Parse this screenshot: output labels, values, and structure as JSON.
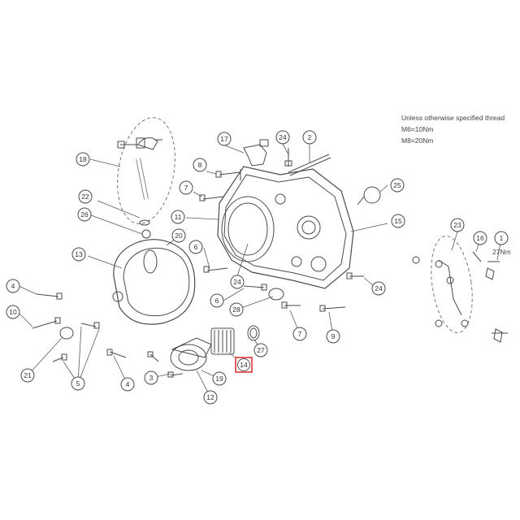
{
  "torque_note": {
    "heading": "Unless otherwise specified thread",
    "line1": "M6=10Nm",
    "line2": "M8=20Nm"
  },
  "torque_27": "27Nm",
  "callouts": [
    {
      "id": "c18",
      "label": "18"
    },
    {
      "id": "c17",
      "label": "17"
    },
    {
      "id": "c24a",
      "label": "24"
    },
    {
      "id": "c2",
      "label": "2"
    },
    {
      "id": "c8",
      "label": "8"
    },
    {
      "id": "c7a",
      "label": "7"
    },
    {
      "id": "c25",
      "label": "25"
    },
    {
      "id": "c22",
      "label": "22"
    },
    {
      "id": "c26",
      "label": "26"
    },
    {
      "id": "c11",
      "label": "11"
    },
    {
      "id": "c15",
      "label": "15"
    },
    {
      "id": "c20",
      "label": "20"
    },
    {
      "id": "c13",
      "label": "13"
    },
    {
      "id": "c6a",
      "label": "6"
    },
    {
      "id": "c23",
      "label": "23"
    },
    {
      "id": "c16",
      "label": "16"
    },
    {
      "id": "c1",
      "label": "1"
    },
    {
      "id": "c4a",
      "label": "4"
    },
    {
      "id": "c24b",
      "label": "24"
    },
    {
      "id": "c24c",
      "label": "24"
    },
    {
      "id": "c10",
      "label": "10"
    },
    {
      "id": "c6b",
      "label": "6"
    },
    {
      "id": "c28",
      "label": "28"
    },
    {
      "id": "c7b",
      "label": "7"
    },
    {
      "id": "c9",
      "label": "9"
    },
    {
      "id": "c27",
      "label": "27"
    },
    {
      "id": "c21",
      "label": "21"
    },
    {
      "id": "c5",
      "label": "5"
    },
    {
      "id": "c4b",
      "label": "4"
    },
    {
      "id": "c3",
      "label": "3"
    },
    {
      "id": "c19",
      "label": "19"
    },
    {
      "id": "c14",
      "label": "14"
    },
    {
      "id": "c12",
      "label": "12"
    }
  ],
  "highlight": {
    "label": "14",
    "color": "#e0292f"
  },
  "colors": {
    "line": "#4a4a4a",
    "text": "#333333",
    "highlight": "#e0292f"
  }
}
